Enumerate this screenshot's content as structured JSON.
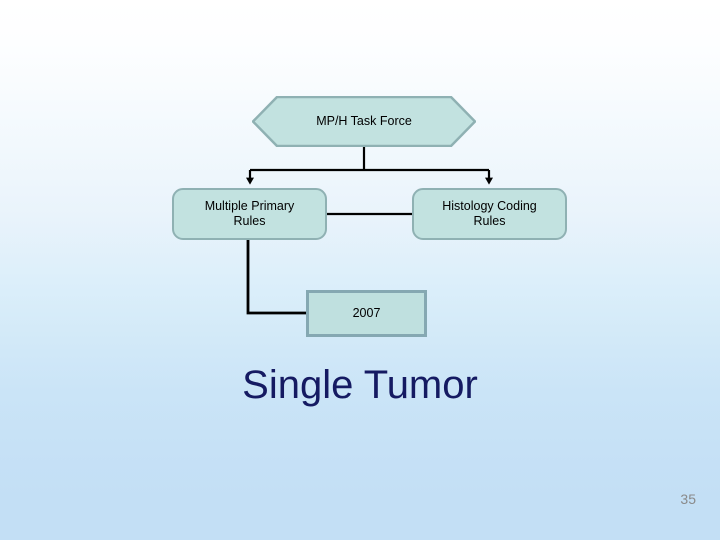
{
  "slide": {
    "background_top_color": "#ffffff",
    "background_bottom_color": "#c3dff5",
    "number": "35",
    "title": "Single Tumor",
    "title_color": "#151a62"
  },
  "diagram": {
    "shape_fill_color": "#c2e2e0",
    "shape_border_color": "#8fb1b3",
    "connector_color": "#000000",
    "nodes": {
      "task_force": {
        "label": "MP/H Task Force",
        "shape": "hexagon"
      },
      "multiple_primary": {
        "label_line1": "Multiple Primary",
        "label_line2": "Rules",
        "shape": "rounded-rectangle"
      },
      "histology_coding": {
        "label_line1": "Histology Coding",
        "label_line2": "Rules",
        "shape": "rounded-rectangle"
      },
      "year": {
        "label": "2007",
        "shape": "rectangle"
      }
    }
  }
}
